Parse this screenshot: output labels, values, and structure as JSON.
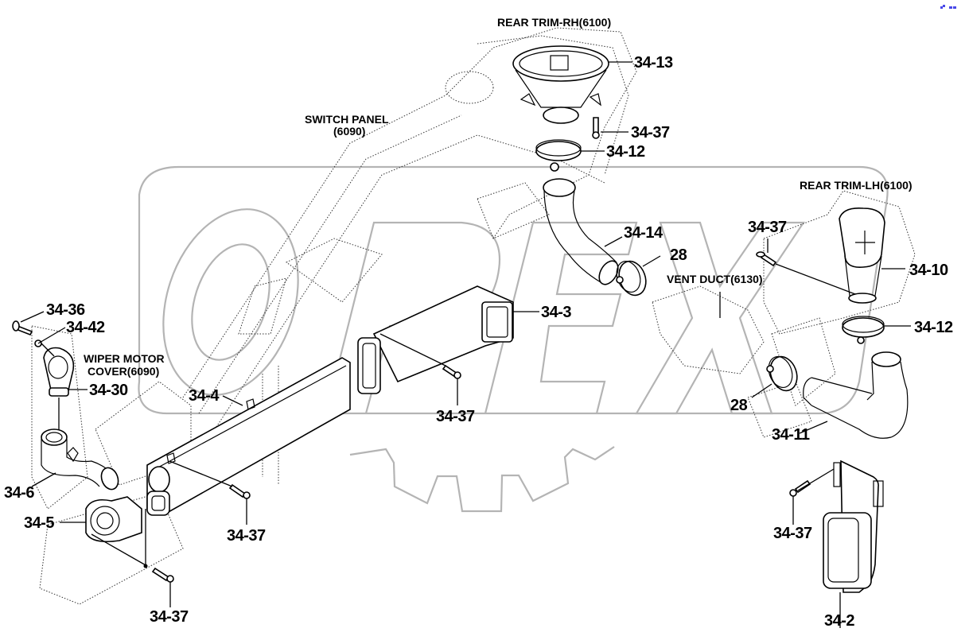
{
  "diagram": {
    "title": "Air duct assembly exploded view",
    "watermark": "OPEX",
    "watermark_color": "#b4b4b4",
    "corner_mark_color": "#4848e8",
    "reference_labels": {
      "rear_trim_rh": "REAR TRIM-RH(6100)",
      "switch_panel_line1": "SWITCH PANEL",
      "switch_panel_line2": "(6090)",
      "rear_trim_lh": "REAR TRIM-LH(6100)",
      "vent_duct": "VENT DUCT(6130)",
      "wiper_motor_line1": "WIPER MOTOR",
      "wiper_motor_line2": "COVER(6090)"
    },
    "callouts": [
      {
        "id": "c1",
        "label": "34-13"
      },
      {
        "id": "c2",
        "label": "34-37"
      },
      {
        "id": "c3",
        "label": "34-12"
      },
      {
        "id": "c4",
        "label": "34-14"
      },
      {
        "id": "c5",
        "label": "28"
      },
      {
        "id": "c6",
        "label": "34-37"
      },
      {
        "id": "c7",
        "label": "34-10"
      },
      {
        "id": "c8",
        "label": "34-12"
      },
      {
        "id": "c9",
        "label": "34-3"
      },
      {
        "id": "c10",
        "label": "34-36"
      },
      {
        "id": "c11",
        "label": "34-42"
      },
      {
        "id": "c12",
        "label": "34-30"
      },
      {
        "id": "c13",
        "label": "34-4"
      },
      {
        "id": "c14",
        "label": "34-37"
      },
      {
        "id": "c15",
        "label": "28"
      },
      {
        "id": "c16",
        "label": "34-11"
      },
      {
        "id": "c17",
        "label": "34-6"
      },
      {
        "id": "c18",
        "label": "34-5"
      },
      {
        "id": "c19",
        "label": "34-37"
      },
      {
        "id": "c20",
        "label": "34-37"
      },
      {
        "id": "c21",
        "label": "34-37"
      },
      {
        "id": "c22",
        "label": "34-2"
      }
    ]
  }
}
